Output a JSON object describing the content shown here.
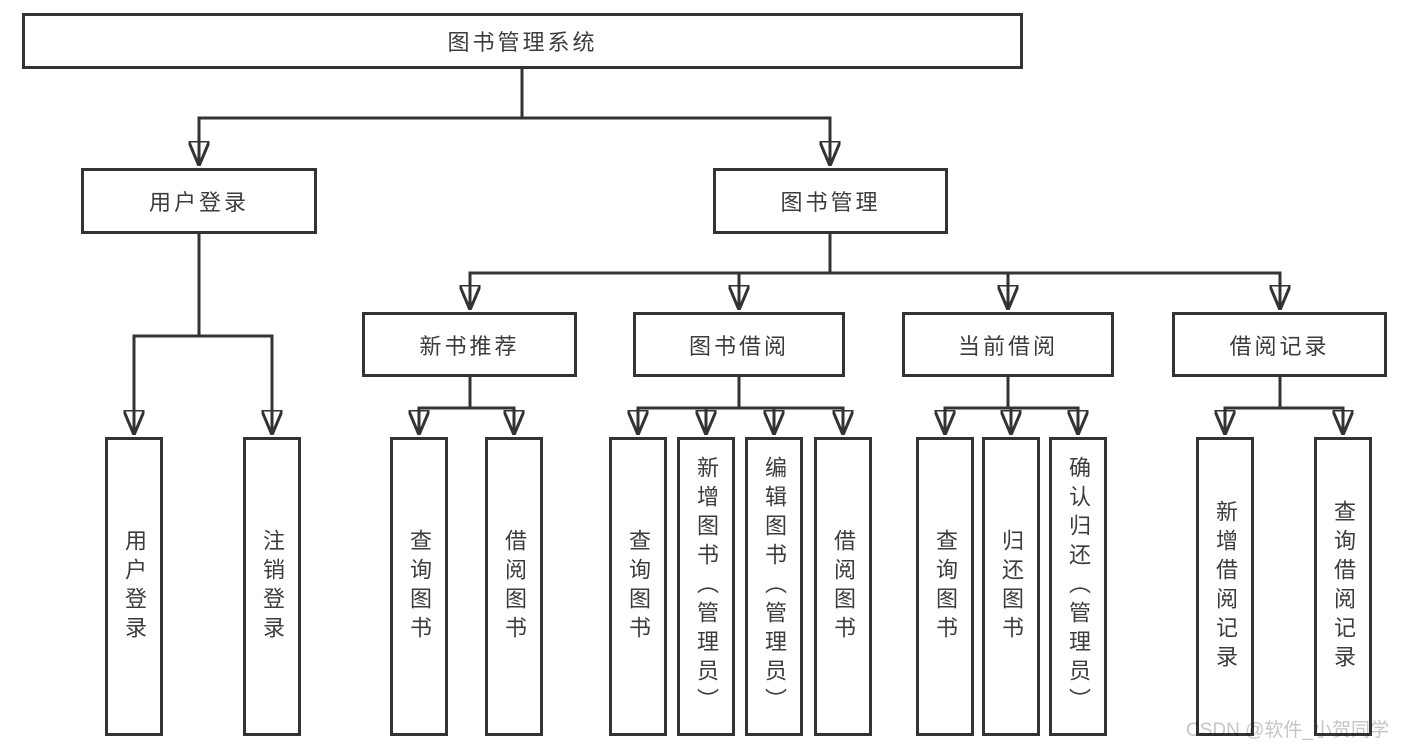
{
  "diagram_type": "tree",
  "tree": {
    "root": {
      "label": "图书管理系统"
    },
    "branches": [
      {
        "label": "用户登录",
        "children": [
          {
            "label": "用户登录"
          },
          {
            "label": "注销登录"
          }
        ]
      },
      {
        "label": "图书管理",
        "children": [
          {
            "label": "新书推荐",
            "children": [
              {
                "label": "查询图书"
              },
              {
                "label": "借阅图书"
              }
            ]
          },
          {
            "label": "图书借阅",
            "children": [
              {
                "label": "查询图书"
              },
              {
                "label": "新增图书（管理员）"
              },
              {
                "label": "编辑图书（管理员）"
              },
              {
                "label": "借阅图书"
              }
            ]
          },
          {
            "label": "当前借阅",
            "children": [
              {
                "label": "查询图书"
              },
              {
                "label": "归还图书"
              },
              {
                "label": "确认归还（管理员）"
              }
            ]
          },
          {
            "label": "借阅记录",
            "children": [
              {
                "label": "新增借阅记录"
              },
              {
                "label": "查询借阅记录"
              }
            ]
          }
        ]
      }
    ]
  },
  "watermark": {
    "text": "CSDN @软件_小贺同学",
    "color": "#c5c5c5"
  },
  "colors": {
    "line": "#333333",
    "text": "#3c3c3c",
    "background": "#ffffff"
  }
}
